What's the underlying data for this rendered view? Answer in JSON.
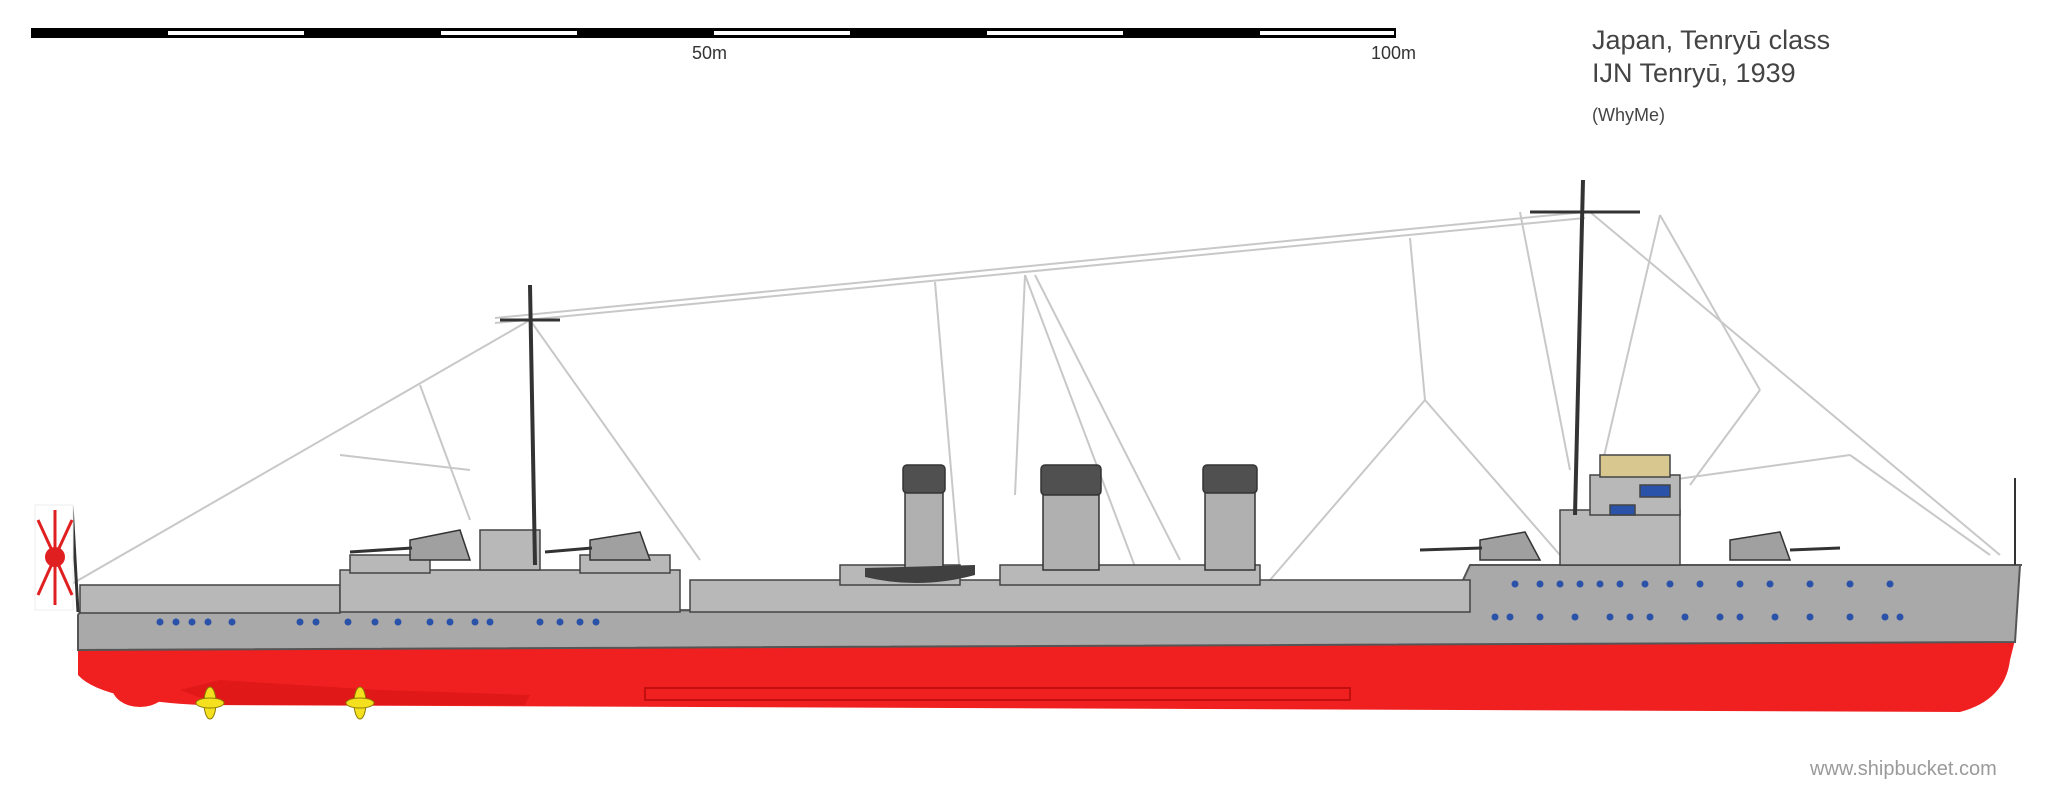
{
  "scale": {
    "mark_50": "50m",
    "mark_100": "100m"
  },
  "title": {
    "country_class": "Japan, Tenryū class",
    "ship_year": "IJN Tenryū, 1939",
    "credit": "(WhyMe)"
  },
  "watermark": "www.shipbucket.com",
  "colors": {
    "hull_grey": "#a9a9a9",
    "hull_red": "#f02020",
    "deck_grey": "#b8b8b8",
    "porthole_blue": "#2a52a8",
    "funnel_cap": "#505050",
    "propeller_yellow": "#f5e020",
    "rigging": "#c8c8c8"
  }
}
